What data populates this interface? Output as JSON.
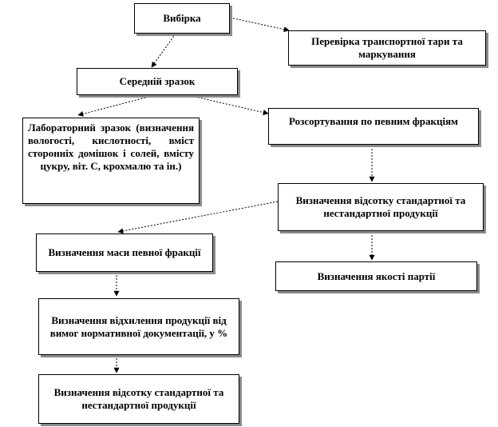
{
  "nodes": {
    "sampling": "Вибірка",
    "transport_check": "Перевірка транспортної тари та маркування",
    "average_sample": "Середній зразок",
    "lab_sample": "Лабораторний зразок (визначення вологості, кислотності, вміст сторонніх домішок і солей, вмісту цукру, віт. С, крохмалю та ін.)",
    "sorting": "Розсортування по певним фракціям",
    "percent_standard_right": "Визначення відсотку стандартної та нестандартної продукції",
    "fraction_mass": "Визначення маси певної фракції",
    "lot_quality": "Визначення якості партії",
    "deviation": "Визначення відхилення продукції від вимог нормативної документації, у %",
    "percent_standard_bottom": "Визначення відсотку стандартної та нестандартної продукції"
  },
  "colors": {
    "border": "#000000",
    "shadow": "#8a8a8a",
    "text": "#000000",
    "background": "#ffffff"
  }
}
